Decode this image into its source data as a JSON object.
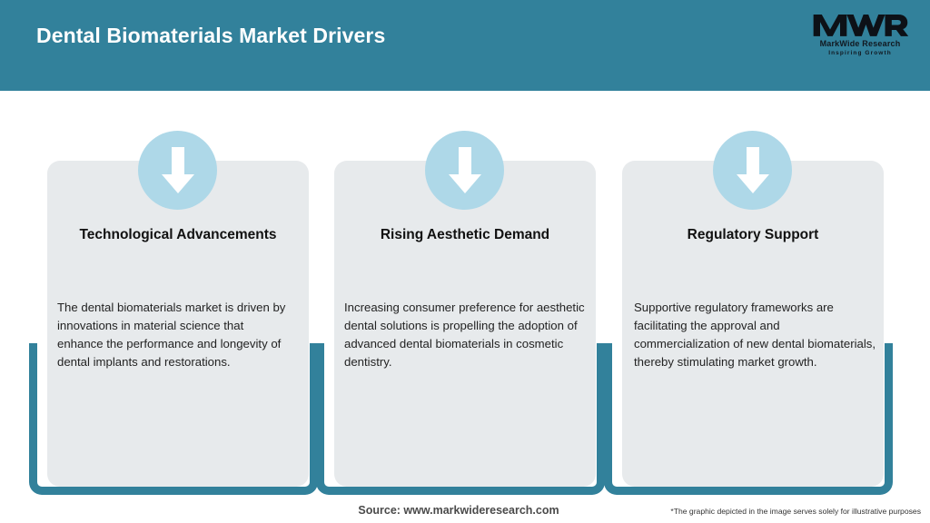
{
  "header": {
    "title": "Dental Biomaterials Market Drivers",
    "background_color": "#32819b",
    "title_color": "#ffffff"
  },
  "logo": {
    "mark": "MWR",
    "name": "MarkWide Research",
    "tagline": "Inspiring Growth"
  },
  "theme": {
    "accent_teal": "#32819b",
    "card_fill": "#e7eaec",
    "icon_circle": "#aed8e8",
    "arrow_color": "#ffffff"
  },
  "cards": [
    {
      "icon": "arrow-down-icon",
      "title": "Technological Advancements",
      "body": "The dental biomaterials market is driven by innovations in material science that enhance the performance and longevity of dental implants and restorations."
    },
    {
      "icon": "arrow-down-icon",
      "title": "Rising Aesthetic Demand",
      "body": "Increasing consumer preference for aesthetic dental solutions is propelling the adoption of advanced dental biomaterials in cosmetic dentistry."
    },
    {
      "icon": "arrow-down-icon",
      "title": "Regulatory Support",
      "body": "Supportive regulatory frameworks are facilitating the approval and commercialization of new dental biomaterials, thereby stimulating market growth."
    }
  ],
  "footer": {
    "source": "Source: www.markwideresearch.com",
    "disclaimer": "*The graphic depicted in the image serves solely for illustrative purposes"
  }
}
